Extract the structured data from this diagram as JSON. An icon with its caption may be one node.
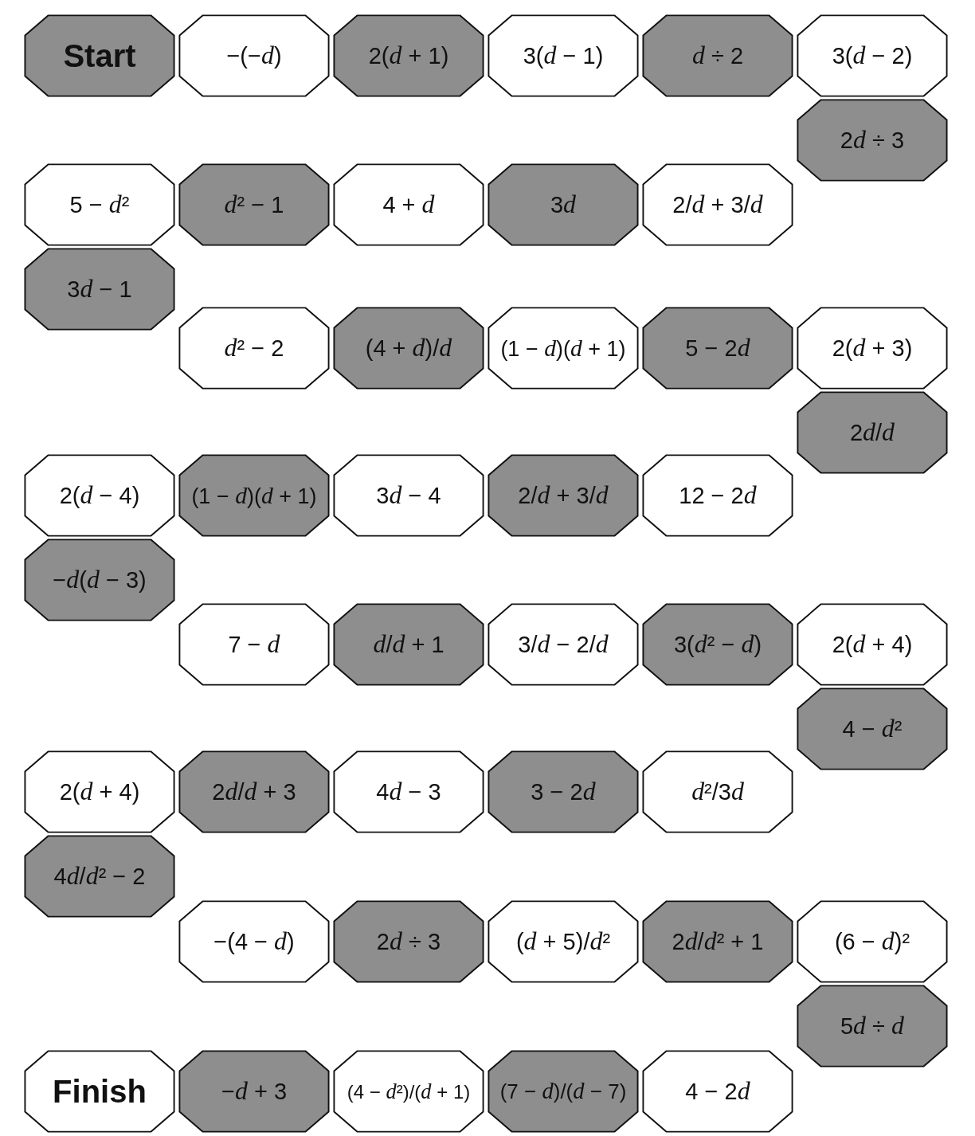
{
  "diagram": {
    "nodes": [
      {
        "text": [
          "Start"
        ]
      },
      {
        "text": [
          "−(−d)"
        ]
      },
      {
        "text": [
          "2(d + 1)"
        ]
      },
      {
        "text": [
          "3(d − 1)"
        ]
      },
      {
        "text": [
          "d ÷ 2"
        ]
      },
      {
        "text": [
          "3(d − 2)"
        ]
      },
      {
        "text": [
          "2d ÷ 3"
        ]
      },
      {
        "text": [
          "2/d + 3/d"
        ]
      },
      {
        "text": [
          "3d"
        ]
      },
      {
        "text": [
          "4 + d"
        ]
      },
      {
        "text": [
          "d² − 1"
        ]
      },
      {
        "text": [
          "5 − d²"
        ]
      },
      {
        "text": [
          "3d − 1"
        ]
      },
      {
        "text": [
          "d² − 2"
        ]
      },
      {
        "text": [
          "(4 + d)/d"
        ]
      },
      {
        "text": [
          "(1 − d)(d + 1)"
        ]
      },
      {
        "text": [
          "5 − 2d"
        ]
      },
      {
        "text": [
          "2(d + 3)"
        ]
      },
      {
        "text": [
          "2d/d"
        ]
      },
      {
        "text": [
          "12 − 2d"
        ]
      },
      {
        "text": [
          "2/d + 3/d"
        ]
      },
      {
        "text": [
          "3d − 4"
        ]
      },
      {
        "text": [
          "(1 − d)(d + 1)"
        ]
      },
      {
        "text": [
          "2(d − 4)"
        ]
      },
      {
        "text": [
          "−d(d − 3)"
        ]
      },
      {
        "text": [
          "7 − d"
        ]
      },
      {
        "text": [
          "d/d + 1"
        ]
      },
      {
        "text": [
          "3/d − 2/d"
        ]
      },
      {
        "text": [
          "3(d² − d)"
        ]
      },
      {
        "text": [
          "2(d + 4)"
        ]
      },
      {
        "text": [
          "4 − d²"
        ]
      },
      {
        "text": [
          "d²/3d"
        ]
      },
      {
        "text": [
          "3 − 2d"
        ]
      },
      {
        "text": [
          "4d − 3"
        ]
      },
      {
        "text": [
          "2d/d + 3"
        ]
      },
      {
        "text": [
          "2(d + 4)"
        ]
      },
      {
        "text": [
          "4d/d² − 2"
        ]
      },
      {
        "text": [
          "−(4 − d)"
        ]
      },
      {
        "text": [
          "2d ÷ 3"
        ]
      },
      {
        "text": [
          "(d + 5)/d²"
        ]
      },
      {
        "text": [
          "2d/d² + 1"
        ]
      },
      {
        "text": [
          "(6 − d)²"
        ]
      },
      {
        "text": [
          "5d ÷ d"
        ]
      },
      {
        "text": [
          "4 − 2d"
        ]
      },
      {
        "text": [
          "(7 − d)/(d − 7)"
        ]
      },
      {
        "text": [
          "(4 − d²)/(d + 1)"
        ]
      },
      {
        "text": [
          "−d + 3"
        ]
      },
      {
        "text": [
          "Finish"
        ]
      }
    ]
  }
}
